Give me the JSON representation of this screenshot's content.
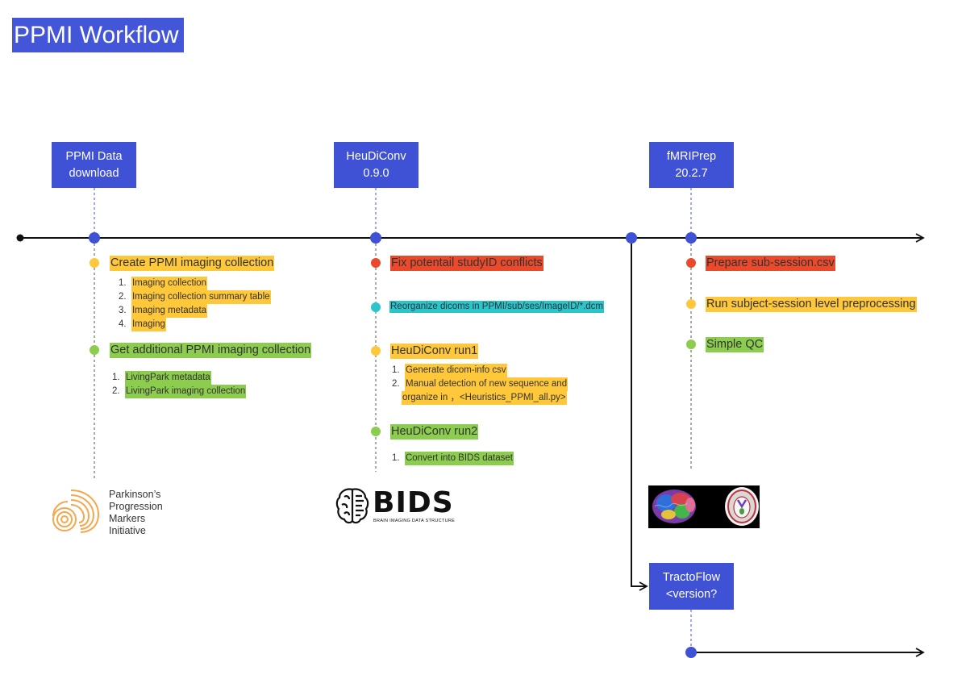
{
  "title": "PPMI Workflow",
  "colors": {
    "accent": "#3f51d5",
    "yellow": "#ffc83a",
    "green": "#8ccc4e",
    "red": "#ea4a2b",
    "cyan": "#2ac6cc",
    "ppmi_logo": "#f3a84d"
  },
  "stages": {
    "ppmi": {
      "line1": "PPMI Data",
      "line2": "download"
    },
    "heudiconv": {
      "line1": "HeuDiConv",
      "line2": "0.9.0"
    },
    "fmriprep": {
      "line1": "fMRIPrep",
      "line2": "20.2.7"
    },
    "tractoflow": {
      "line1": "TractoFlow",
      "line2": "<version?"
    }
  },
  "ppmi_steps": {
    "create": {
      "label": "Create PPMI imaging collection",
      "items": [
        "Imaging collection",
        "Imaging collection summary table",
        "Imaging metadata",
        "Imaging"
      ]
    },
    "additional": {
      "label": "Get additional PPMI imaging collection",
      "items": [
        "LivingPark metadata",
        "LivingPark imaging collection"
      ]
    }
  },
  "heudiconv_steps": {
    "fix": {
      "label": "Fix potentail studyID conflicts"
    },
    "reorganize": {
      "label": "Reorganize dicoms in PPMI/sub/ses/ImageID/*.dcm"
    },
    "run1": {
      "label": "HeuDiConv run1",
      "item1": "Generate dicom-info csv",
      "item2_line1": "Manual detection of new sequence and",
      "item2_line2": "organize in ，<Heuristics_PPMI_all.py>"
    },
    "run2": {
      "label": "HeuDiConv run2",
      "item1": "Convert into BIDS dataset"
    }
  },
  "fmriprep_steps": {
    "prepare": {
      "label": "Prepare sub-session.csv"
    },
    "run": {
      "label": "Run subject-session level preprocessing"
    },
    "qc": {
      "label": "Simple QC"
    }
  },
  "logos": {
    "ppmi": {
      "lines": [
        "Parkinson’s",
        "Progression",
        "Markers",
        "Initiative"
      ]
    },
    "bids": {
      "word": "BIDS",
      "tagline": "BRAIN IMAGING DATA STRUCTURE"
    }
  }
}
